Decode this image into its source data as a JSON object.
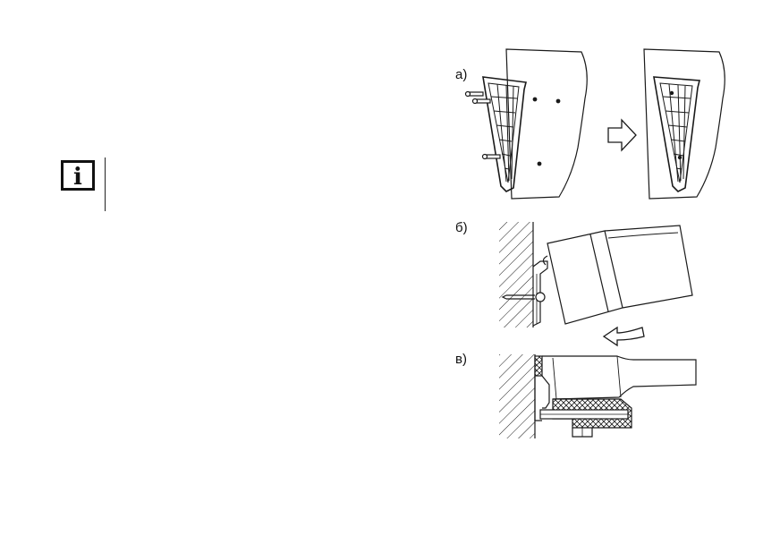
{
  "note": {
    "icon": "info-icon",
    "icon_letter": "i"
  },
  "figures": {
    "a_label": "а)",
    "b_label": "б)",
    "c_label": "в)"
  },
  "colors": {
    "line": "#1a1a1a",
    "background": "#ffffff"
  }
}
